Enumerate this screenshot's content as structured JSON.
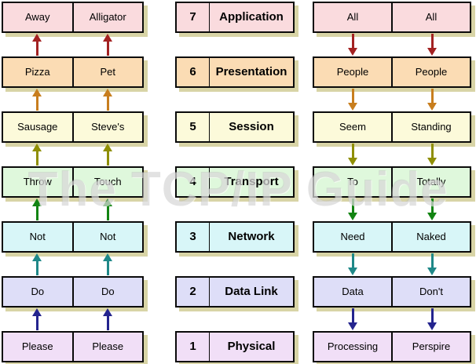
{
  "watermark": "The TCP/IP Guide",
  "colors": {
    "row_bg": [
      "#FADBDE",
      "#FBDCB4",
      "#FCFADA",
      "#DFF8DC",
      "#D8F6F8",
      "#DEDEF8",
      "#F1DFF7"
    ],
    "arrows": [
      "#A32222",
      "#C87E1E",
      "#8F8F05",
      "#128412",
      "#1F8888",
      "#24248E"
    ],
    "box_border": "#0A0A0A",
    "box_shadow": "#D8D4A6"
  },
  "layers": [
    {
      "number": "7",
      "name": "Application",
      "left_mnemonic": [
        "Away",
        "Alligator"
      ],
      "right_mnemonic": [
        "All",
        "All"
      ]
    },
    {
      "number": "6",
      "name": "Presentation",
      "left_mnemonic": [
        "Pizza",
        "Pet"
      ],
      "right_mnemonic": [
        "People",
        "People"
      ]
    },
    {
      "number": "5",
      "name": "Session",
      "left_mnemonic": [
        "Sausage",
        "Steve's"
      ],
      "right_mnemonic": [
        "Seem",
        "Standing"
      ]
    },
    {
      "number": "4",
      "name": "Transport",
      "left_mnemonic": [
        "Throw",
        "Touch"
      ],
      "right_mnemonic": [
        "To",
        "Totally"
      ]
    },
    {
      "number": "3",
      "name": "Network",
      "left_mnemonic": [
        "Not",
        "Not"
      ],
      "right_mnemonic": [
        "Need",
        "Naked"
      ]
    },
    {
      "number": "2",
      "name": "Data Link",
      "left_mnemonic": [
        "Do",
        "Do"
      ],
      "right_mnemonic": [
        "Data",
        "Don't"
      ]
    },
    {
      "number": "1",
      "name": "Physical",
      "left_mnemonic": [
        "Please",
        "Please"
      ],
      "right_mnemonic": [
        "Processing",
        "Perspire"
      ]
    }
  ]
}
